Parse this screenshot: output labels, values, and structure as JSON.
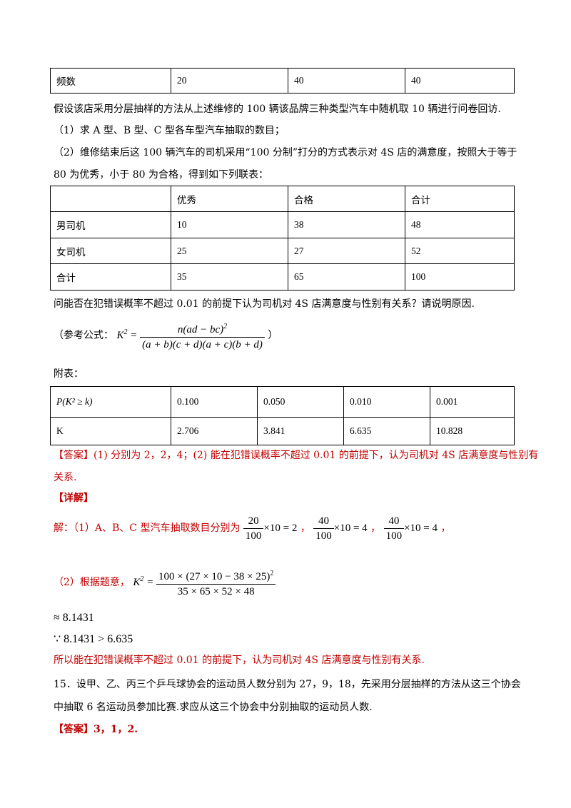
{
  "freq_table": {
    "label": "频数",
    "values": [
      "20",
      "40",
      "40"
    ]
  },
  "p1": "假设该店采用分层抽样的方法从上述维修的 100 辆该品牌三种类型汽车中随机取 10 辆进行问卷回访.",
  "q1": "（1）求 A 型、B 型、C 型各车型汽车抽取的数目；",
  "q2_line1": "（2）维修结束后这 100 辆汽车的司机采用“100 分制”打分的方式表示对 4S 店的满意度，按照大于等于",
  "q2_line2": "80 为优秀，小于 80 为合格，得到如下列联表：",
  "contingency": {
    "header": [
      "",
      "优秀",
      "合格",
      "合计"
    ],
    "rows": [
      [
        "男司机",
        "10",
        "38",
        "48"
      ],
      [
        "女司机",
        "25",
        "27",
        "52"
      ],
      [
        "合计",
        "35",
        "65",
        "100"
      ]
    ]
  },
  "question": "问能否在犯错误概率不超过 0.01 的前提下认为司机对 4S 店满意度与性别有关系？请说明原因.",
  "ref_prefix": "（参考公式：",
  "ref_suffix": "）",
  "formula": {
    "lhs": "K",
    "lhs_sup": "2",
    "num": "n(ad − bc)",
    "num_sup": "2",
    "den": "(a + b)(c + d)(a + c)(b + d)"
  },
  "appendix_label": "附表：",
  "crit_table": {
    "p_label": "P(K² ≥ k)",
    "p_values": [
      "0.100",
      "0.050",
      "0.010",
      "0.001"
    ],
    "k_label": "K",
    "k_values": [
      "2.706",
      "3.841",
      "6.635",
      "10.828"
    ]
  },
  "answer1_line1": "【答案】(1) 分别为 2，2，4；(2) 能在犯错误概率不超过 0.01 的前提下，认为司机对 4S 店满意度与性别有",
  "answer1_line2": "关系.",
  "detail_label": "【详解】",
  "solution": {
    "prefix": "解：（1）A、B、C 型汽车抽取数目分别为",
    "f1": {
      "num": "20",
      "den": "100",
      "tail": "×10 = 2"
    },
    "f2": {
      "num": "40",
      "den": "100",
      "tail": "×10 = 4"
    },
    "f3": {
      "num": "40",
      "den": "100",
      "tail": "×10 = 4"
    },
    "sep": "，",
    "end": "，"
  },
  "part2": {
    "prefix": "（2）根据题意，",
    "lhs": "K",
    "lhs_sup": "2",
    "num": "100 × (27 × 10 − 38 × 25)",
    "num_sup": "2",
    "den": "35 × 65 × 52 × 48"
  },
  "approx": "≈ 8.1431",
  "because": "∵ 8.1431 > 6.635",
  "conclusion": "所以能在犯错误概率不超过 0.01 的前提下，认为司机对 4S 店满意度与性别有关系.",
  "q15_line1": "15．设甲、乙、丙三个乒乓球协会的运动员人数分别为 27，9，18，先采用分层抽样的方法从这三个协会",
  "q15_line2": "中抽取 6 名运动员参加比赛.求应从这三个协会中分别抽取的运动员人数.",
  "answer15": "【答案】3，1，2."
}
